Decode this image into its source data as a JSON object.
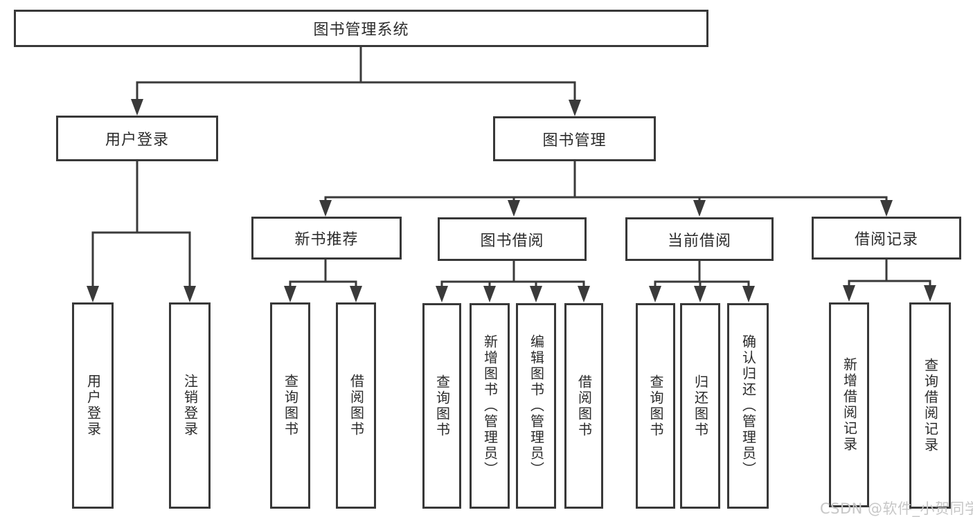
{
  "tree": {
    "label": "图书管理系统",
    "children": [
      {
        "label": "用户登录",
        "children": [
          {
            "label": "用户登录"
          },
          {
            "label": "注销登录"
          }
        ]
      },
      {
        "label": "图书管理",
        "children": [
          {
            "label": "新书推荐",
            "children": [
              {
                "label": "查询图书"
              },
              {
                "label": "借阅图书"
              }
            ]
          },
          {
            "label": "图书借阅",
            "children": [
              {
                "label": "查询图书"
              },
              {
                "label": "新增图书（管理员）"
              },
              {
                "label": "编辑图书（管理员）"
              },
              {
                "label": "借阅图书"
              }
            ]
          },
          {
            "label": "当前借阅",
            "children": [
              {
                "label": "查询图书"
              },
              {
                "label": "归还图书"
              },
              {
                "label": "确认归还（管理员）"
              }
            ]
          },
          {
            "label": "借阅记录",
            "children": [
              {
                "label": "新增借阅记录"
              },
              {
                "label": "查询借阅记录"
              }
            ]
          }
        ]
      }
    ]
  },
  "watermark": {
    "text": "CSDN @软件_小贺同学"
  },
  "colors": {
    "line": "#3a3a3a",
    "border": "#383838",
    "text": "#2b2b2b",
    "background": "#ffffff",
    "watermark": "#c7c7c7"
  }
}
